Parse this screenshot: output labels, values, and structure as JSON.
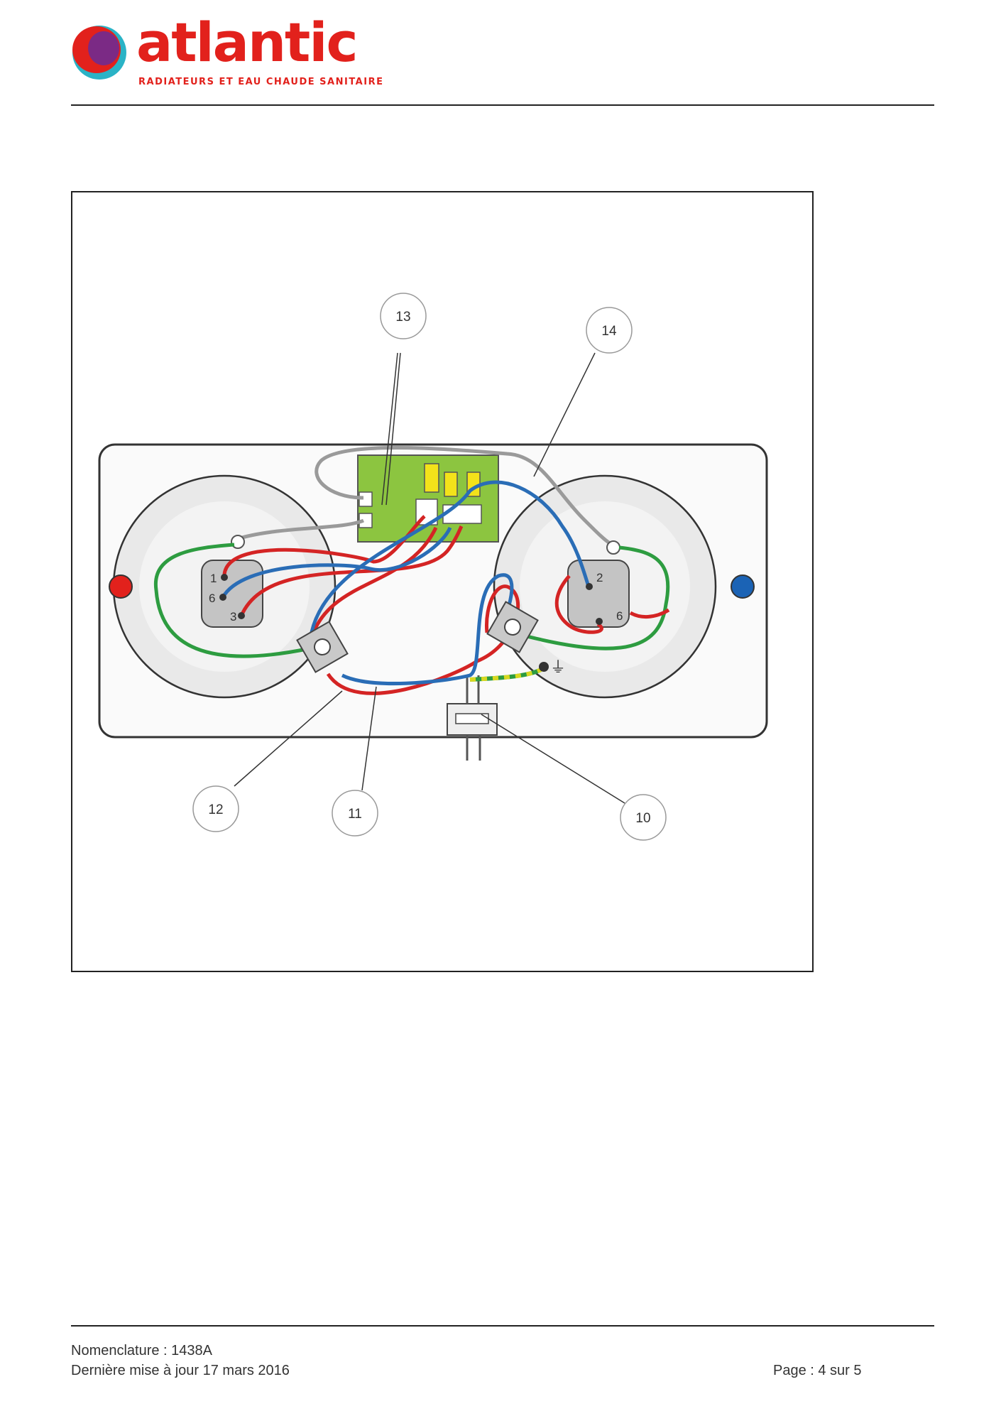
{
  "header": {
    "brand_name": "atlantic",
    "brand_tagline": "RADIATEURS ET EAU CHAUDE SANITAIRE",
    "brand_color": "#e2211c",
    "logo_mark_colors": [
      "#e2211c",
      "#7b2a85",
      "#2ab3c6"
    ]
  },
  "figure": {
    "callouts": [
      "13",
      "14",
      "12",
      "11",
      "10"
    ],
    "left_element_terminals": [
      "1",
      "6",
      "3"
    ],
    "right_element_terminals": [
      "2",
      "6"
    ],
    "hot_indicator_color": "#e2211c",
    "cold_indicator_color": "#1b63b5",
    "wire_colors": {
      "phase": "#d42424",
      "neutral": "#2a6db6",
      "thermostat_link": "#2d9c40",
      "sensor": "#9a9a9a",
      "earth": "#d8d820"
    },
    "earth_symbol": "⏚"
  },
  "footer": {
    "nomenclature": "Nomenclature : 1438A",
    "last_update": "Dernière mise à jour 17 mars 2016",
    "page": "Page : 4 sur 5"
  }
}
